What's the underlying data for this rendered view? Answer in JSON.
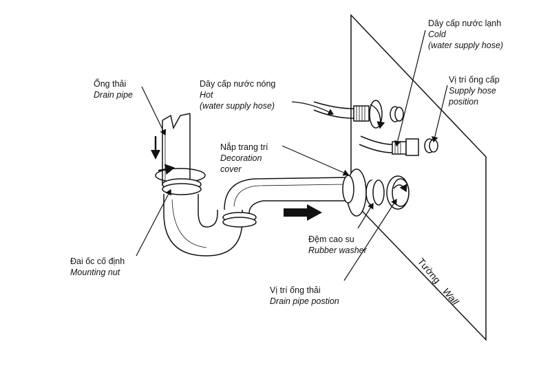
{
  "labels": {
    "drain_pipe": {
      "vi": "Ống thải",
      "en": "Drain pipe"
    },
    "hot_hose": {
      "vi": "Dây cấp nước nóng",
      "en1": "Hot",
      "en2": "(water supply hose)"
    },
    "cold_hose": {
      "vi": "Dây cấp nước lạnh",
      "en1": "Cold",
      "en2": "(water supply hose)"
    },
    "supply_position": {
      "vi": "Vị trí ống cấp",
      "en1": "Supply hose",
      "en2": "position"
    },
    "decoration_cover": {
      "vi": "Nắp trang trí",
      "en1": "Decoration",
      "en2": "cover"
    },
    "rubber_washer": {
      "vi": "Đệm cao su",
      "en": "Rubber washer"
    },
    "mounting_nut": {
      "vi": "Đai ốc cố định",
      "en": "Mounting nut"
    },
    "drain_position": {
      "vi": "Vị trí ống thải",
      "en": "Drain pipe postion"
    },
    "wall": {
      "vi": "Tường",
      "en": "Wall"
    }
  },
  "colors": {
    "line": "#111111",
    "fill": "#ffffff",
    "arrow": "#111111"
  }
}
